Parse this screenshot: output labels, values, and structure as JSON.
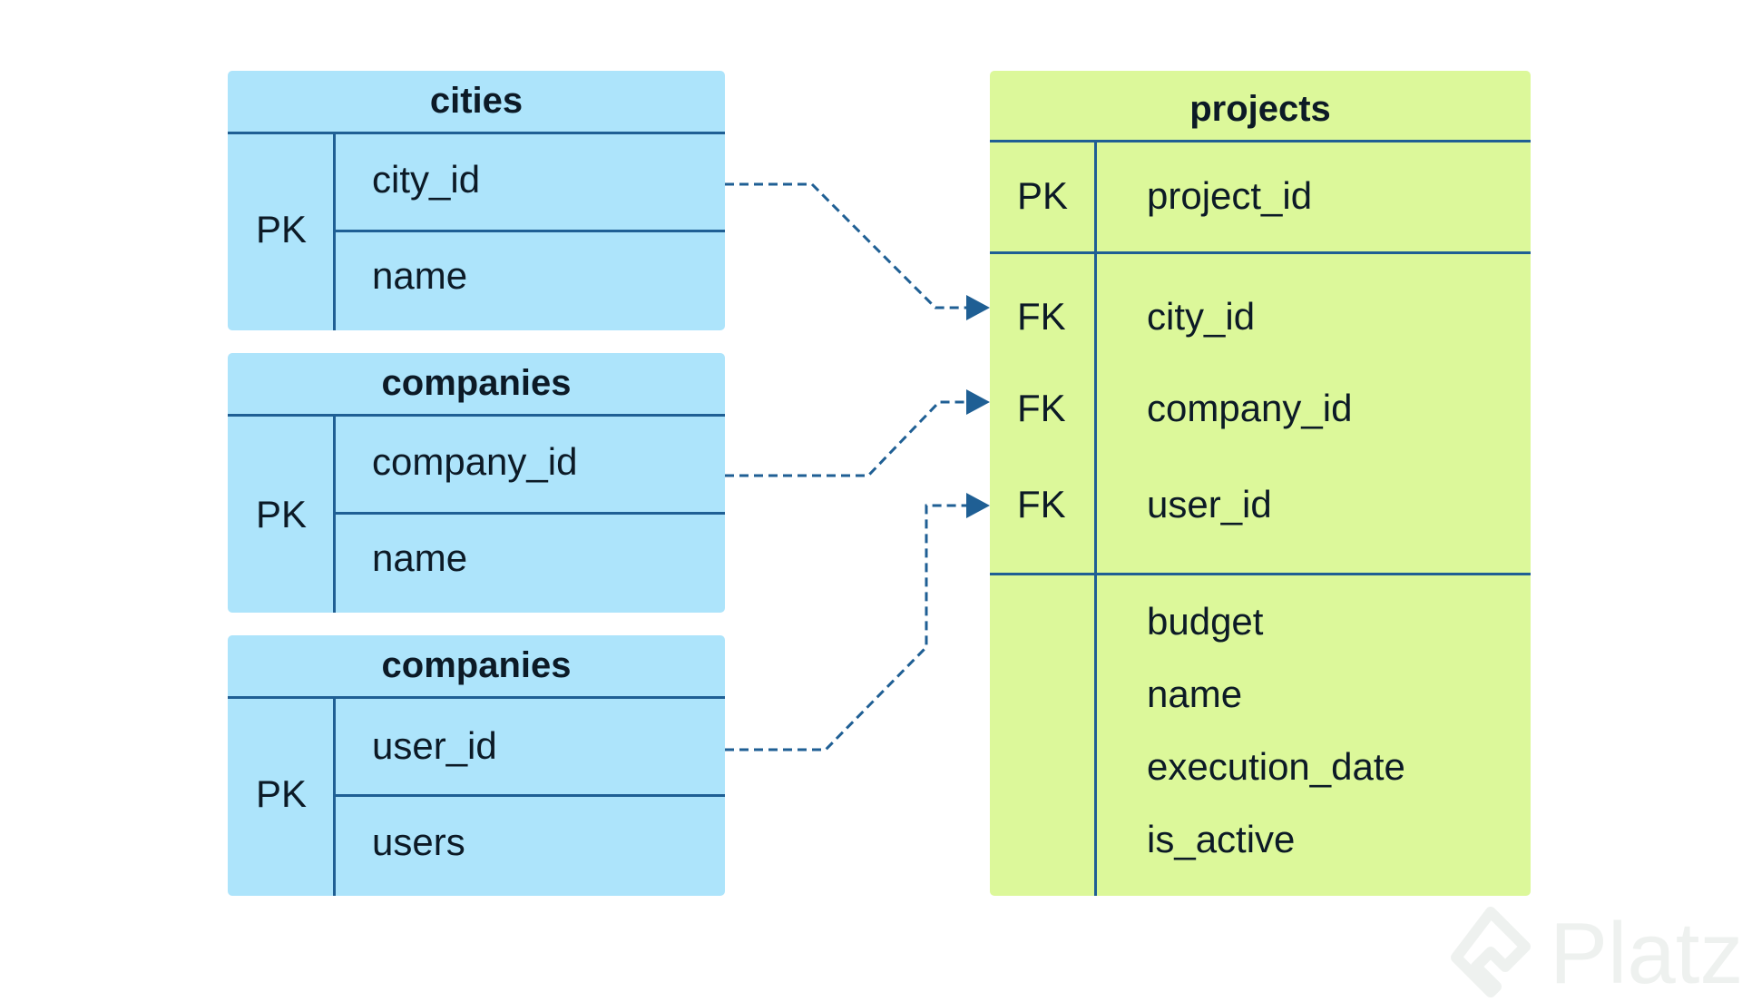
{
  "colors": {
    "parent_table_fill": "#ade4fb",
    "child_table_fill": "#dcf89a",
    "line": "#1f5f94"
  },
  "tables": {
    "cities": {
      "title": "cities",
      "key": "PK",
      "fields": [
        "city_id",
        "name"
      ]
    },
    "companies": {
      "title": "companies",
      "key": "PK",
      "fields": [
        "company_id",
        "name"
      ]
    },
    "users": {
      "title": "companies",
      "key": "PK",
      "fields": [
        "user_id",
        "users"
      ]
    },
    "projects": {
      "title": "projects",
      "pk": {
        "key": "PK",
        "field": "project_id"
      },
      "fks": [
        {
          "key": "FK",
          "field": "city_id"
        },
        {
          "key": "FK",
          "field": "company_id"
        },
        {
          "key": "FK",
          "field": "user_id"
        }
      ],
      "attributes": [
        "budget",
        "name",
        "execution_date",
        "is_active"
      ]
    }
  },
  "relationships": [
    {
      "from": "cities.city_id",
      "to": "projects.city_id"
    },
    {
      "from": "companies.company_id",
      "to": "projects.company_id"
    },
    {
      "from": "users.user_id",
      "to": "projects.user_id"
    }
  ],
  "watermark": {
    "brand": "Platzi",
    "logo_icon": "platzi-logo-icon"
  }
}
